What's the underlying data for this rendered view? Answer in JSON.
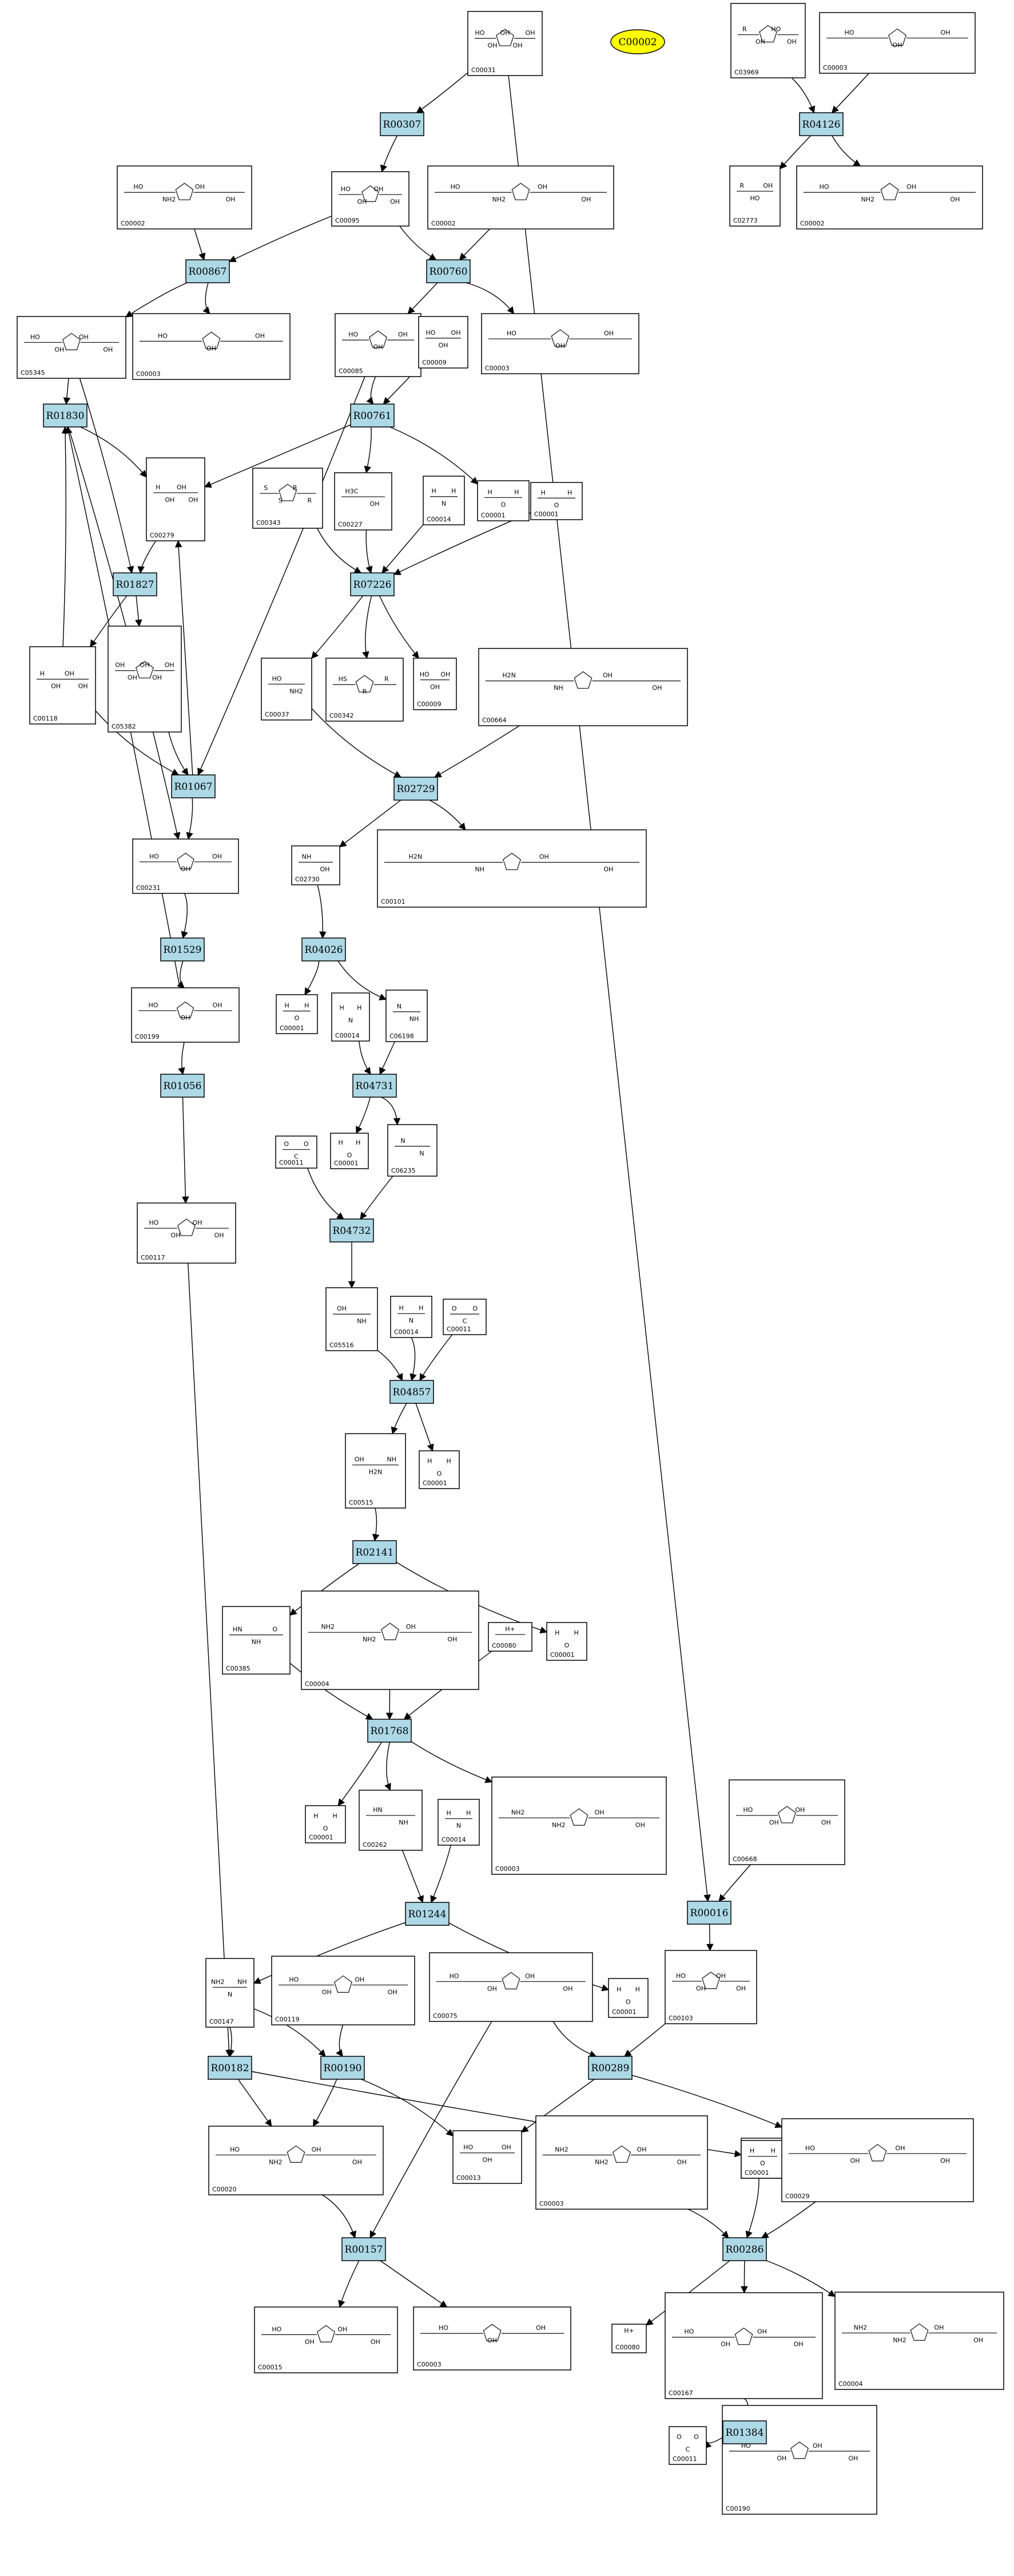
{
  "highlight": {
    "label": "C00002",
    "fill": "#ffff00"
  },
  "colors": {
    "reaction_fill": "#add8e6",
    "compound_fill": "#ffffff",
    "edge": "#000000"
  },
  "reactions": [
    {
      "id": "R00307"
    },
    {
      "id": "R04126"
    },
    {
      "id": "R00867"
    },
    {
      "id": "R00760"
    },
    {
      "id": "R01830"
    },
    {
      "id": "R00761"
    },
    {
      "id": "R01827"
    },
    {
      "id": "R07226"
    },
    {
      "id": "R01067"
    },
    {
      "id": "R02729"
    },
    {
      "id": "R01529"
    },
    {
      "id": "R04026"
    },
    {
      "id": "R01056"
    },
    {
      "id": "R04731"
    },
    {
      "id": "R04732"
    },
    {
      "id": "R04857"
    },
    {
      "id": "R02141"
    },
    {
      "id": "R01768"
    },
    {
      "id": "R00016"
    },
    {
      "id": "R01244"
    },
    {
      "id": "R00182"
    },
    {
      "id": "R00190"
    },
    {
      "id": "R00289"
    },
    {
      "id": "R00157"
    },
    {
      "id": "R00286"
    },
    {
      "id": "R01384"
    }
  ],
  "compounds": [
    {
      "id": "C00031",
      "atoms": [
        "HO",
        "OH",
        "OH",
        "OH",
        "OH"
      ]
    },
    {
      "id": "C03969",
      "atoms": [
        "R",
        "OH",
        "HO",
        "OH"
      ]
    },
    {
      "id": "C00003",
      "atoms": [
        "HO",
        "OH",
        "OH"
      ]
    },
    {
      "id": "C00002",
      "atoms": [
        "HO",
        "NH2",
        "OH",
        "OH"
      ]
    },
    {
      "id": "C00095",
      "atoms": [
        "HO",
        "OH",
        "OH",
        "OH"
      ]
    },
    {
      "id": "C00002",
      "atoms": [
        "HO",
        "NH2",
        "OH",
        "OH"
      ]
    },
    {
      "id": "C02773",
      "atoms": [
        "R",
        "HO",
        "OH"
      ]
    },
    {
      "id": "C00002",
      "atoms": [
        "HO",
        "NH2",
        "OH",
        "OH"
      ]
    },
    {
      "id": "C05345",
      "atoms": [
        "HO",
        "OH",
        "OH",
        "OH"
      ]
    },
    {
      "id": "C00003",
      "atoms": [
        "HO",
        "OH",
        "OH"
      ]
    },
    {
      "id": "C00085",
      "atoms": [
        "HO",
        "OH",
        "OH"
      ]
    },
    {
      "id": "C00009",
      "atoms": [
        "HO",
        "OH",
        "OH"
      ]
    },
    {
      "id": "C00003",
      "atoms": [
        "HO",
        "OH",
        "OH"
      ]
    },
    {
      "id": "C00279",
      "atoms": [
        "H",
        "OH",
        "OH",
        "OH"
      ]
    },
    {
      "id": "C00343",
      "atoms": [
        "S",
        "S",
        "R",
        "R"
      ]
    },
    {
      "id": "C00227",
      "atoms": [
        "H3C",
        "OH"
      ]
    },
    {
      "id": "C00014",
      "atoms": [
        "H",
        "N",
        "H"
      ]
    },
    {
      "id": "C00001",
      "atoms": [
        "H",
        "O",
        "H"
      ]
    },
    {
      "id": "C00001",
      "atoms": [
        "H",
        "O",
        "H"
      ]
    },
    {
      "id": "C00118",
      "atoms": [
        "H",
        "OH",
        "OH",
        "OH"
      ]
    },
    {
      "id": "C05382",
      "atoms": [
        "OH",
        "OH",
        "OH",
        "OH",
        "OH"
      ]
    },
    {
      "id": "C00037",
      "atoms": [
        "HO",
        "NH2"
      ]
    },
    {
      "id": "C00342",
      "atoms": [
        "HS",
        "R",
        "R"
      ]
    },
    {
      "id": "C00009",
      "atoms": [
        "HO",
        "OH",
        "OH"
      ]
    },
    {
      "id": "C00664",
      "atoms": [
        "H2N",
        "NH",
        "OH",
        "OH"
      ]
    },
    {
      "id": "C00231",
      "atoms": [
        "HO",
        "OH",
        "OH"
      ]
    },
    {
      "id": "C02730",
      "atoms": [
        "NH",
        "OH"
      ]
    },
    {
      "id": "C00101",
      "atoms": [
        "H2N",
        "NH",
        "OH",
        "OH"
      ]
    },
    {
      "id": "C00199",
      "atoms": [
        "HO",
        "OH",
        "OH"
      ]
    },
    {
      "id": "C00001",
      "atoms": [
        "H",
        "O",
        "H"
      ]
    },
    {
      "id": "C00014",
      "atoms": [
        "H",
        "N",
        "H"
      ]
    },
    {
      "id": "C06198",
      "atoms": [
        "N",
        "NH"
      ]
    },
    {
      "id": "C00011",
      "atoms": [
        "O",
        "C",
        "O"
      ]
    },
    {
      "id": "C00001",
      "atoms": [
        "H",
        "O",
        "H"
      ]
    },
    {
      "id": "C06235",
      "atoms": [
        "N",
        "N"
      ]
    },
    {
      "id": "C00117",
      "atoms": [
        "HO",
        "OH",
        "OH",
        "OH"
      ]
    },
    {
      "id": "C05516",
      "atoms": [
        "OH",
        "NH"
      ]
    },
    {
      "id": "C00014",
      "atoms": [
        "H",
        "N",
        "H"
      ]
    },
    {
      "id": "C00011",
      "atoms": [
        "O",
        "C",
        "O"
      ]
    },
    {
      "id": "C00515",
      "atoms": [
        "OH",
        "H2N",
        "NH"
      ]
    },
    {
      "id": "C00001",
      "atoms": [
        "H",
        "O",
        "H"
      ]
    },
    {
      "id": "C00385",
      "atoms": [
        "HN",
        "NH",
        "O"
      ]
    },
    {
      "id": "C00004",
      "atoms": [
        "NH2",
        "NH2",
        "OH",
        "OH"
      ]
    },
    {
      "id": "C00080",
      "atoms": [
        "H+"
      ]
    },
    {
      "id": "C00001",
      "atoms": [
        "H",
        "O",
        "H"
      ]
    },
    {
      "id": "C00001",
      "atoms": [
        "H",
        "O",
        "H"
      ]
    },
    {
      "id": "C00262",
      "atoms": [
        "HN",
        "NH"
      ]
    },
    {
      "id": "C00014",
      "atoms": [
        "H",
        "N",
        "H"
      ]
    },
    {
      "id": "C00003",
      "atoms": [
        "NH2",
        "NH2",
        "OH",
        "OH"
      ]
    },
    {
      "id": "C00668",
      "atoms": [
        "HO",
        "OH",
        "OH",
        "OH"
      ]
    },
    {
      "id": "C00147",
      "atoms": [
        "NH2",
        "N",
        "NH"
      ]
    },
    {
      "id": "C00119",
      "atoms": [
        "HO",
        "OH",
        "OH",
        "OH"
      ]
    },
    {
      "id": "C00075",
      "atoms": [
        "HO",
        "OH",
        "OH",
        "OH"
      ]
    },
    {
      "id": "C00001",
      "atoms": [
        "H",
        "O",
        "H"
      ]
    },
    {
      "id": "C00103",
      "atoms": [
        "HO",
        "OH",
        "OH",
        "OH"
      ]
    },
    {
      "id": "C00001",
      "atoms": [
        "H",
        "O",
        "H"
      ]
    },
    {
      "id": "C00020",
      "atoms": [
        "HO",
        "NH2",
        "OH",
        "OH"
      ]
    },
    {
      "id": "C00013",
      "atoms": [
        "HO",
        "OH",
        "OH"
      ]
    },
    {
      "id": "C00003",
      "atoms": [
        "NH2",
        "NH2",
        "OH",
        "OH"
      ]
    },
    {
      "id": "C00001",
      "atoms": [
        "H",
        "O",
        "H"
      ]
    },
    {
      "id": "C00029",
      "atoms": [
        "HO",
        "OH",
        "OH",
        "OH"
      ]
    },
    {
      "id": "C00080",
      "atoms": [
        "H+"
      ]
    },
    {
      "id": "C00167",
      "atoms": [
        "HO",
        "OH",
        "OH",
        "OH"
      ]
    },
    {
      "id": "C00004",
      "atoms": [
        "NH2",
        "NH2",
        "OH",
        "OH"
      ]
    },
    {
      "id": "C00015",
      "atoms": [
        "HO",
        "OH",
        "OH",
        "OH"
      ]
    },
    {
      "id": "C00003",
      "atoms": [
        "HO",
        "OH",
        "OH"
      ]
    },
    {
      "id": "C00011",
      "atoms": [
        "O",
        "C",
        "O"
      ]
    },
    {
      "id": "C00190",
      "atoms": [
        "HO",
        "OH",
        "OH",
        "OH"
      ]
    }
  ]
}
